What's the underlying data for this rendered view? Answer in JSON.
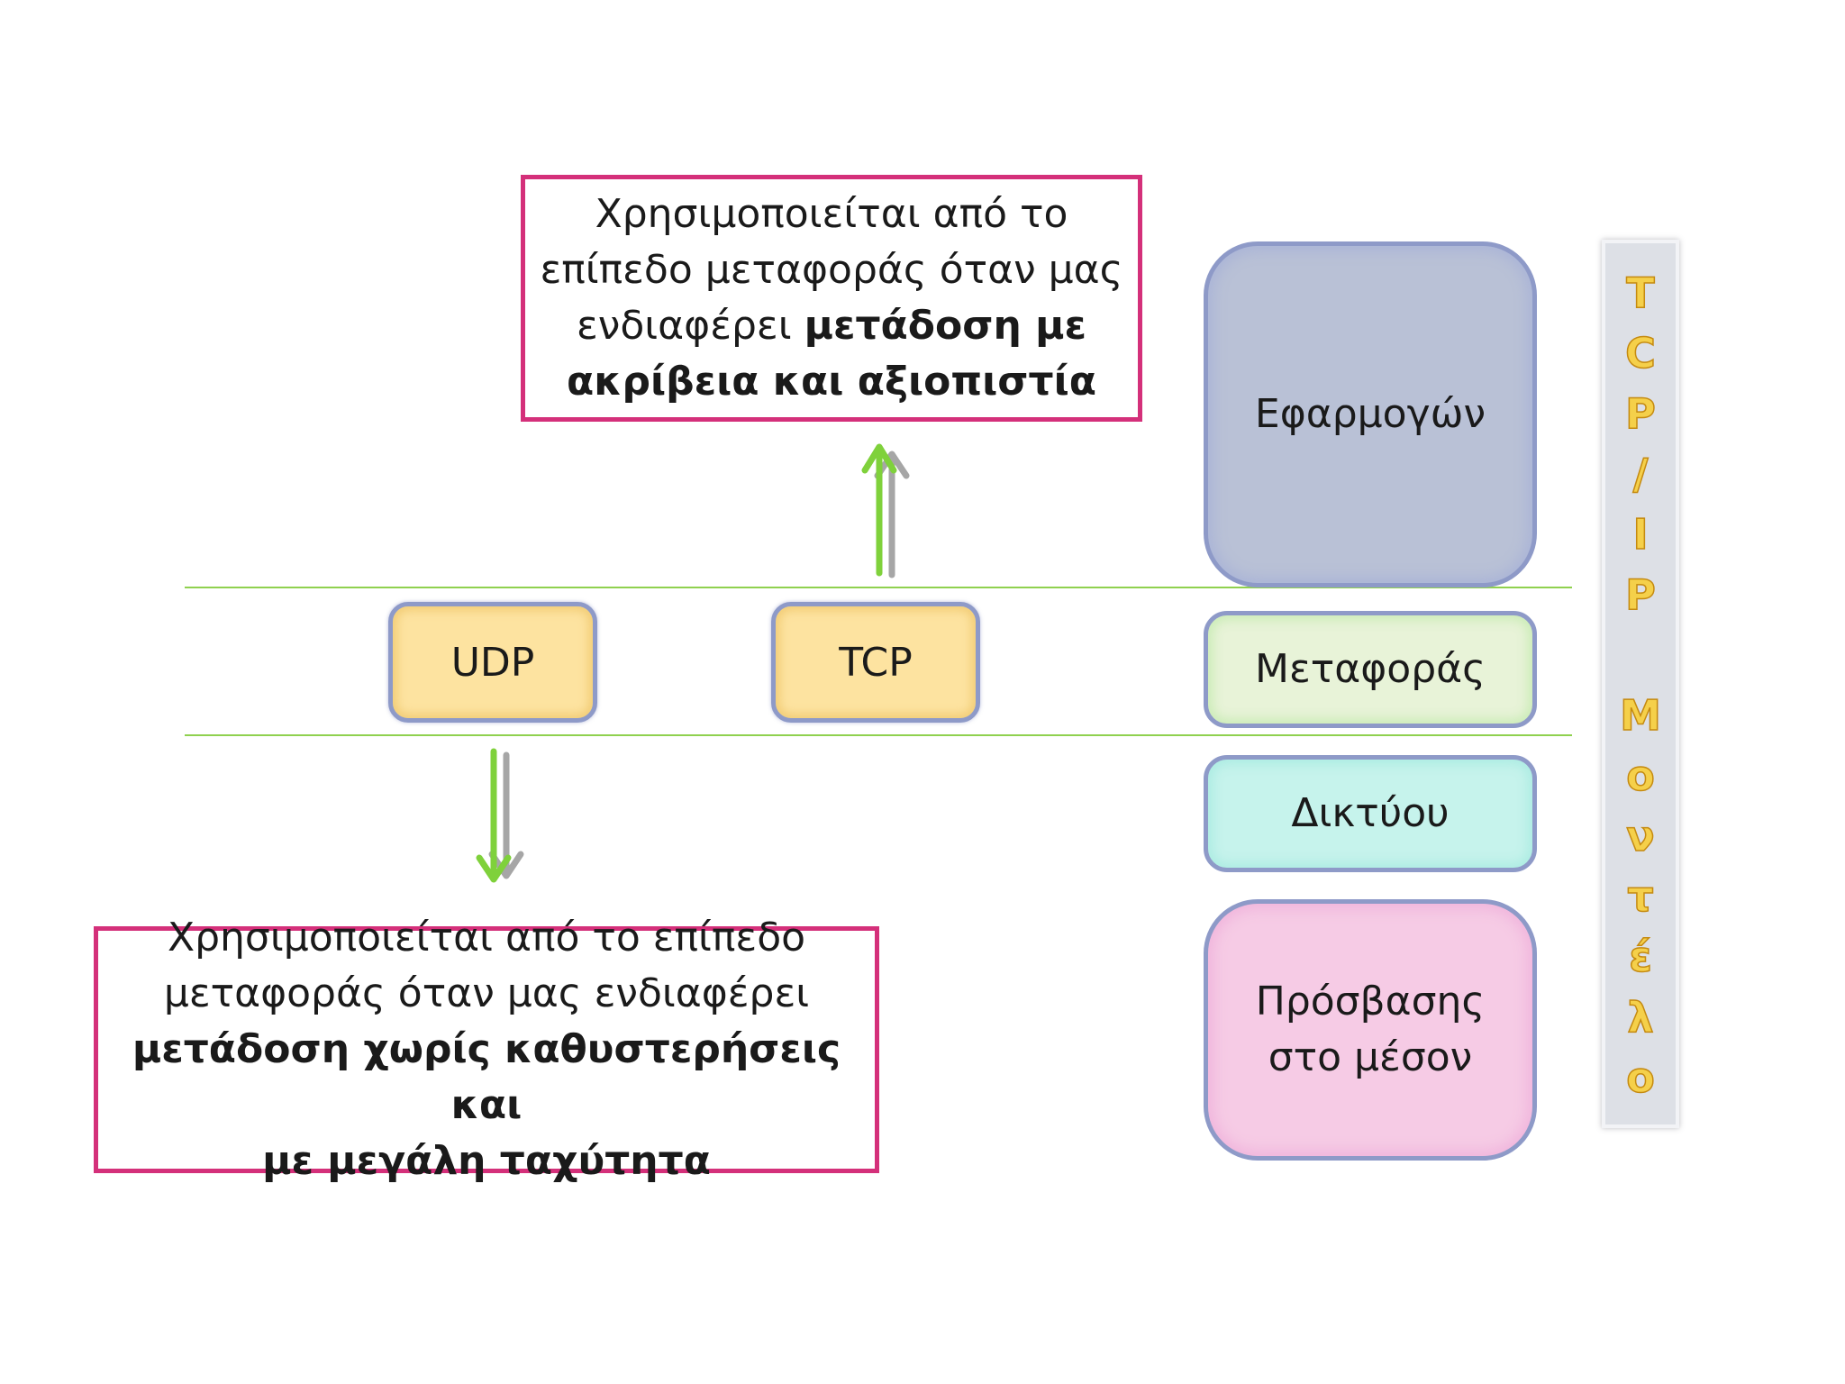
{
  "callout_top": {
    "lines": [
      {
        "plain": "Χρησιμοποιείται από το",
        "bold": ""
      },
      {
        "plain": "επίπεδο μεταφοράς όταν μας",
        "bold": ""
      },
      {
        "plain": "ενδιαφέρει ",
        "bold": "μετάδοση με"
      },
      {
        "plain": "",
        "bold": "ακρίβεια και αξιοπιστία"
      }
    ]
  },
  "callout_bottom": {
    "lines": [
      {
        "plain": "Χρησιμοποιείται από το επίπεδο",
        "bold": ""
      },
      {
        "plain": "μεταφοράς όταν μας ενδιαφέρει",
        "bold": ""
      },
      {
        "plain": "",
        "bold": "μετάδοση χωρίς καθυστερήσεις και"
      },
      {
        "plain": "",
        "bold": "με μεγάλη ταχύτητα"
      }
    ]
  },
  "protocols": {
    "udp": "UDP",
    "tcp": "TCP"
  },
  "layers": {
    "application": "Εφαρμογών",
    "transport": "Μεταφοράς",
    "network": "Δικτύου",
    "access_line1": "Πρόσβασης",
    "access_line2": "στο μέσον"
  },
  "side_label": {
    "chars": [
      "T",
      "C",
      "P",
      "/",
      "I",
      "P",
      " ",
      "M",
      "ο",
      "ν",
      "τ",
      "έ",
      "λ",
      "ο"
    ]
  },
  "colors": {
    "callout_border": "#d4307a",
    "divider": "#8fd14f",
    "arrow_green": "#7fd13b",
    "arrow_gray": "#a6a6a6",
    "protocol_fill": "#fde3a0"
  }
}
